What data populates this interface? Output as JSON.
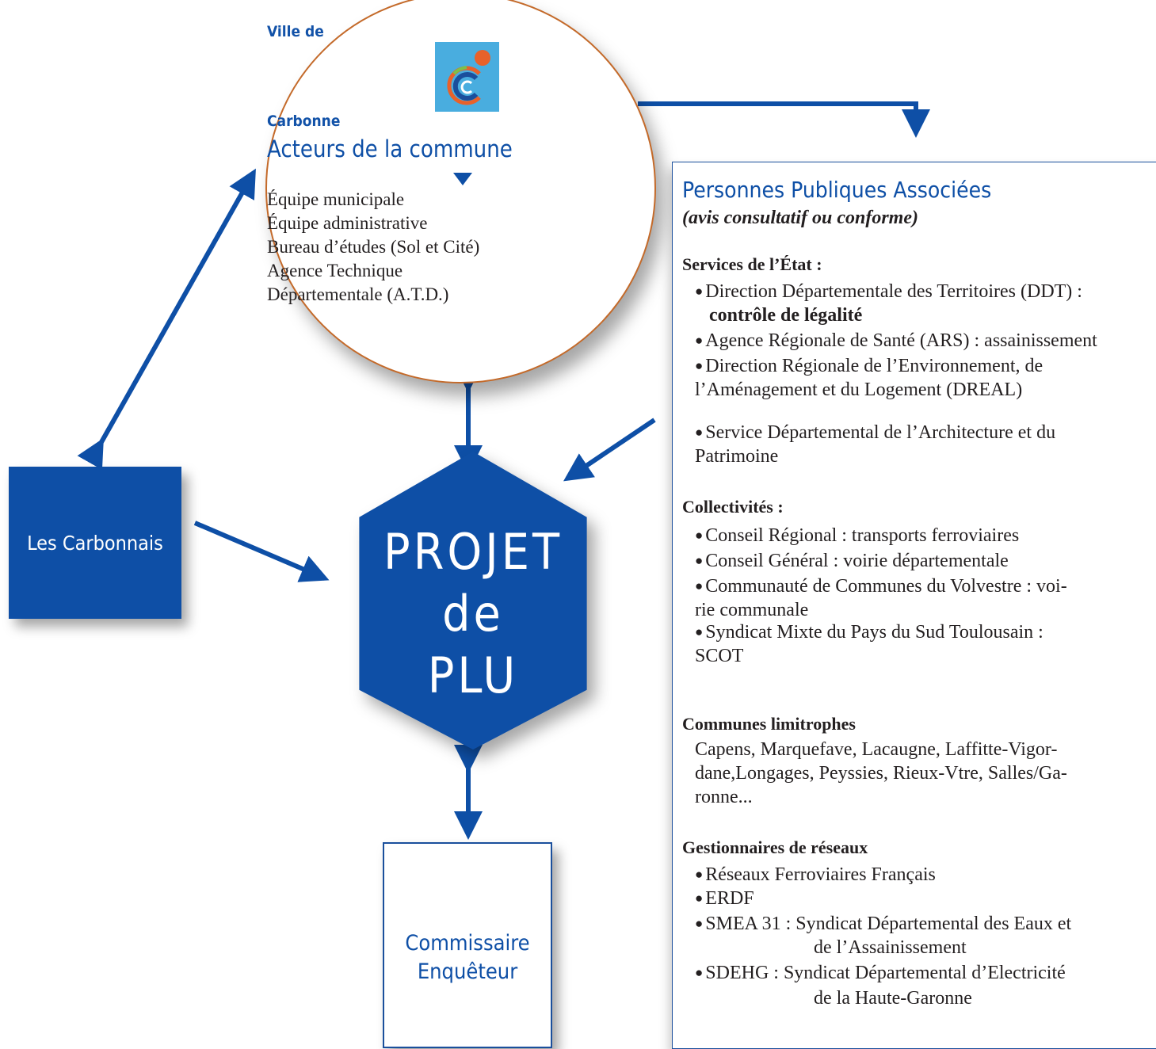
{
  "logo": {
    "top_text": "Ville de",
    "bottom_text": "Carbonne"
  },
  "circle": {
    "title": "Acteurs de la commune",
    "items": [
      "Équipe municipale",
      "Équipe administrative",
      "Bureau d’études (Sol et Cité)",
      "Agence Technique",
      "Départementale (A.T.D.)"
    ]
  },
  "carbonnais": {
    "label": "Les Carbonnais"
  },
  "projet": {
    "line1": "PROJET",
    "line2": "de",
    "line3": "PLU"
  },
  "commissaire": {
    "line1": "Commissaire",
    "line2": "Enquêteur"
  },
  "panel": {
    "title": "Personnes Publiques Associées",
    "subtitle": "(avis consultatif ou conforme)",
    "etat": {
      "heading": "Services de l’État :",
      "item1_a": "Direction Départementale des Territoires (DDT) :",
      "item1_b": "contrôle de légalité",
      "item2": "Agence Régionale de Santé (ARS) : assainissement",
      "item3_a": "Direction Régionale de l’Environnement, de",
      "item3_b": "l’Aménagement et du Logement (DREAL)",
      "item4_a": "Service Départemental de l’Architecture et du",
      "item4_b": "Patrimoine"
    },
    "collectivites": {
      "heading": "Collectivités :",
      "item1": "Conseil Régional : transports ferroviaires",
      "item2": "Conseil Général : voirie départementale",
      "item3_a": "Communauté de Communes du Volvestre : voi-",
      "item3_b": "rie communale",
      "item4_a": "Syndicat Mixte du Pays du Sud Toulousain :",
      "item4_b": "SCOT"
    },
    "communes": {
      "heading": "Communes limitrophes",
      "line1": "Capens, Marquefave, Lacaugne, Laffitte-Vigor-",
      "line2": "dane,Longages, Peyssies, Rieux-Vtre, Salles/Ga-",
      "line3": "ronne..."
    },
    "reseaux": {
      "heading": "Gestionnaires de réseaux",
      "item1": "Réseaux Ferroviaires Français",
      "item2": "ERDF",
      "item3_a": "SMEA 31 : Syndicat Départemental des Eaux et",
      "item3_b": "de l’Assainissement",
      "item4_a": "SDEHG : Syndicat Départemental d’Electricité",
      "item4_b": "de la Haute-Garonne"
    }
  },
  "colors": {
    "primary": "#0e4fa6",
    "circle_border": "#c46a2a",
    "text": "#231f20"
  }
}
